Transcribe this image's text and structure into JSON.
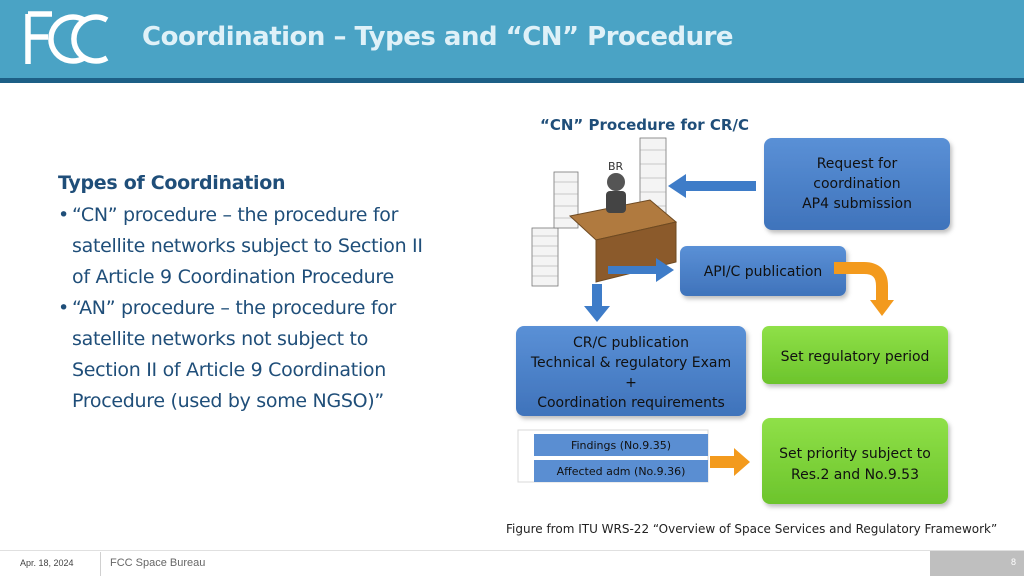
{
  "header": {
    "logo_text": "FCC",
    "title": "Coordination – Types and “CN” Procedure"
  },
  "left": {
    "heading": "Types of Coordination",
    "bullets": [
      [
        "“CN” procedure – the procedure for",
        "satellite networks subject to Section II",
        "of Article 9 Coordination Procedure"
      ],
      [
        "“AN” procedure – the procedure for",
        "satellite networks not subject to",
        "Section II of Article 9 Coordination",
        "Procedure (used by some NGSO)”"
      ]
    ]
  },
  "figure": {
    "title": "“CN” Procedure for CR/C",
    "br_label": "BR",
    "request_lines": [
      "Request for",
      "coordination",
      "AP4 submission"
    ],
    "api_label": "API/C publication",
    "crc_lines": [
      "CR/C publication",
      "Technical & regulatory Exam",
      "+",
      "Coordination requirements"
    ],
    "regulatory_label": "Set regulatory period",
    "findings_label": "Findings (No.9.35)",
    "affected_label": "Affected adm (No.9.36)",
    "priority_lines": [
      "Set priority subject to",
      "Res.2 and No.9.53"
    ],
    "colors": {
      "blue_box": "#4a7fc6",
      "green_box": "#7ed23c",
      "arrow_blue": "#3e7cc8",
      "arrow_orange": "#f39a1d"
    },
    "caption": "Figure from ITU WRS-22 “Overview of Space Services and Regulatory Framework”"
  },
  "footer": {
    "date": "Apr. 18, 2024",
    "org": "FCC Space Bureau",
    "page": "8"
  }
}
